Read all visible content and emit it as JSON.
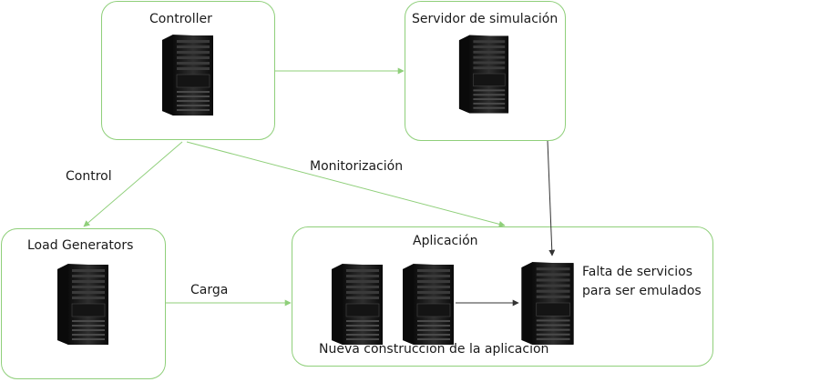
{
  "nodes": {
    "controller": {
      "label": "Controller",
      "icon": "server-tower-icon"
    },
    "sim_server": {
      "label": "Servidor de simulación",
      "icon": "server-tower-icon"
    },
    "load_gen": {
      "label": "Load Generators",
      "icon": "server-tower-icon"
    },
    "app": {
      "label": "Aplicación",
      "caption": "Nueva construccion de la aplicación",
      "missing_line1": "Falta de servicios",
      "missing_line2": "para ser emulados"
    }
  },
  "edges": {
    "control": "Control",
    "monitor": "Monitorización",
    "load": "Carga"
  },
  "colors": {
    "box_border": "#8fcf7a",
    "green_arrow": "#8fcf7a",
    "dark_arrow": "#333333",
    "server_body": "#1b1b1b"
  }
}
